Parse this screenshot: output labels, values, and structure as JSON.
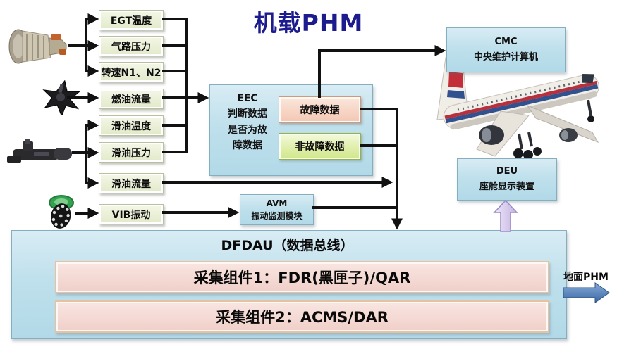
{
  "title": "机载PHM",
  "sensors": [
    "EGT温度",
    "气路压力",
    "转速N1、N2",
    "燃油流量",
    "滑油温度",
    "滑油压力",
    "滑油流量",
    "VIB振动"
  ],
  "eec": {
    "label": "EEC\n判断数据\n是否为故\n障数据",
    "fault_label": "故障数据",
    "nonfault_label": "非故障数据"
  },
  "avm": {
    "label": "AVM\n振动监测模块"
  },
  "cmc": {
    "label": "CMC\n中央维护计算机"
  },
  "deu": {
    "label": "DEU\n座舱显示装置"
  },
  "dfdau": {
    "title": "DFDAU（数据总线）",
    "component1": "采集组件1：FDR(黑匣子)/QAR",
    "component2": "采集组件2：ACMS/DAR"
  },
  "ground": {
    "label": "地面PHM"
  },
  "icons": [
    "engine-image",
    "fuel-pump-image",
    "oil-pump-image",
    "vibration-sensor-image",
    "airplane-image",
    "up-block-arrow",
    "right-block-arrow"
  ],
  "colors": {
    "title_text": "#1c1c8e",
    "system_box": "#bfe0ec",
    "sensor_box": "#e9efd5",
    "fault_box": "#f6d0bf",
    "nonfault_box": "#ddeda4",
    "collect_box": "#f3d6d0",
    "connector": "#111111",
    "purple_arrow": "#cdbde8",
    "blue_arrow": "#4f81bd"
  }
}
